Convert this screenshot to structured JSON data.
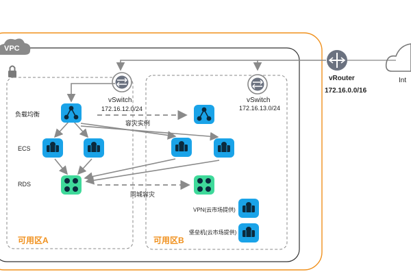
{
  "vpc": {
    "label": "VPC"
  },
  "vrouter": {
    "label": "vRouter",
    "cidr": "172.16.0.0/16"
  },
  "internet": {
    "label_partial": "Int"
  },
  "vswitch_a": {
    "label": "vSwitch",
    "cidr": "172.16.12.0/24"
  },
  "vswitch_b": {
    "label": "vSwitch",
    "cidr": "172.16.13.0/24"
  },
  "rows": {
    "lb": "负载均衡",
    "ecs": "ECS",
    "rds": "RDS"
  },
  "links": {
    "dr_instance": "容灾实例",
    "same_city_dr": "同城容灾"
  },
  "zone_b_services": {
    "vpn": "VPN(云市场提供)",
    "bastion": "堡垒机(云市场提供)"
  },
  "zones": {
    "a": "可用区A",
    "b": "可用区B"
  },
  "colors": {
    "vpc_border": "#f0901c",
    "node_blue": "#1aa3e8",
    "node_green": "#3fd99a",
    "router_gray": "#6b7280"
  },
  "icons": {
    "lock": "lock-icon",
    "cloud": "cloud-icon",
    "router": "router-icon",
    "vswitch": "vswitch-icon",
    "lb": "load-balancer-icon",
    "ecs": "ecs-server-icon",
    "rds": "database-icon"
  }
}
